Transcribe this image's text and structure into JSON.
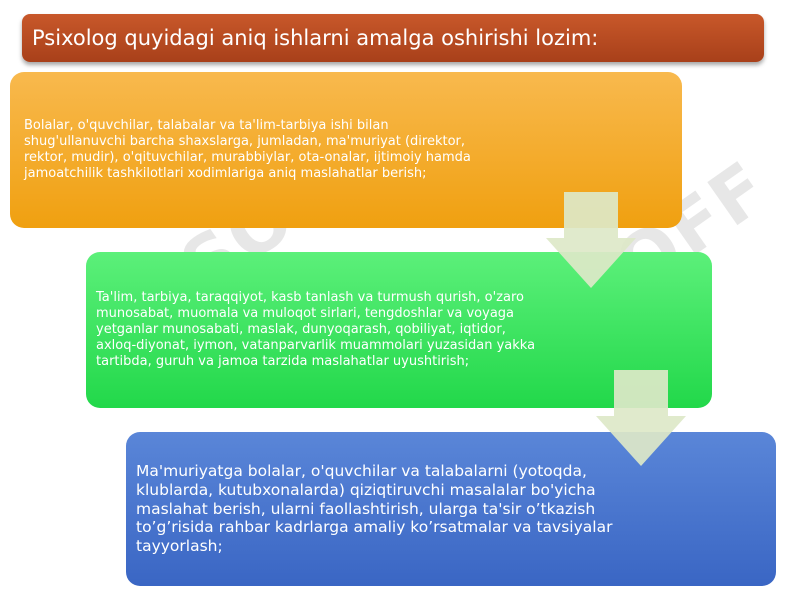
{
  "title": "Psixolog quyidagi aniq ishlarni amalga oshirishi lozim:",
  "boxes": [
    {
      "text": "Bolalar, o'quvchilar, talabalar va ta'lim-tarbiya ishi bilan shug'ullanuvchi barcha shaxslarga, jumladan, ma'muriyat (direktor, rektor, mudir), o'qituvchilar, murabbiylar, ota-onalar, ijtimoiy hamda jamoatchilik tashkilotlari xodimlariga aniq maslahatlar berish;",
      "color": "#f0a010"
    },
    {
      "text": "Ta'lim, tarbiya, taraqqiyot, kasb tanlash va turmush qurish, o'zaro munosabat, muomala va muloqot sirlari, tengdoshlar va voyaga yetganlar munosabati, maslak, dunyoqarash, qobiliyat, iqtidor, axloq-diyonat, iymon, vatanparvarlik muammolari yuzasidan yakka tartibda, guruh va jamoa tarzida maslahatlar uyushtirish;",
      "color": "#22d84a"
    },
    {
      "text": "Ma'muriyatga bolalar, o'quvchilar va talabalarni (yotoqda, klublarda, kutubxonalarda) qiziqtiruvchi masalalar bo'yicha maslahat berish, ularni faollashtirish, ularga ta'sir o’tkazish to’g’risida rahbar kadrlarga amaliy ko’rsatmalar va tavsiyalar tayyorlash;",
      "color": "#3a66c4"
    }
  ],
  "watermark": "SOFF",
  "colors": {
    "title_bar": "#b84a20",
    "arrow": "#dde8c8"
  }
}
